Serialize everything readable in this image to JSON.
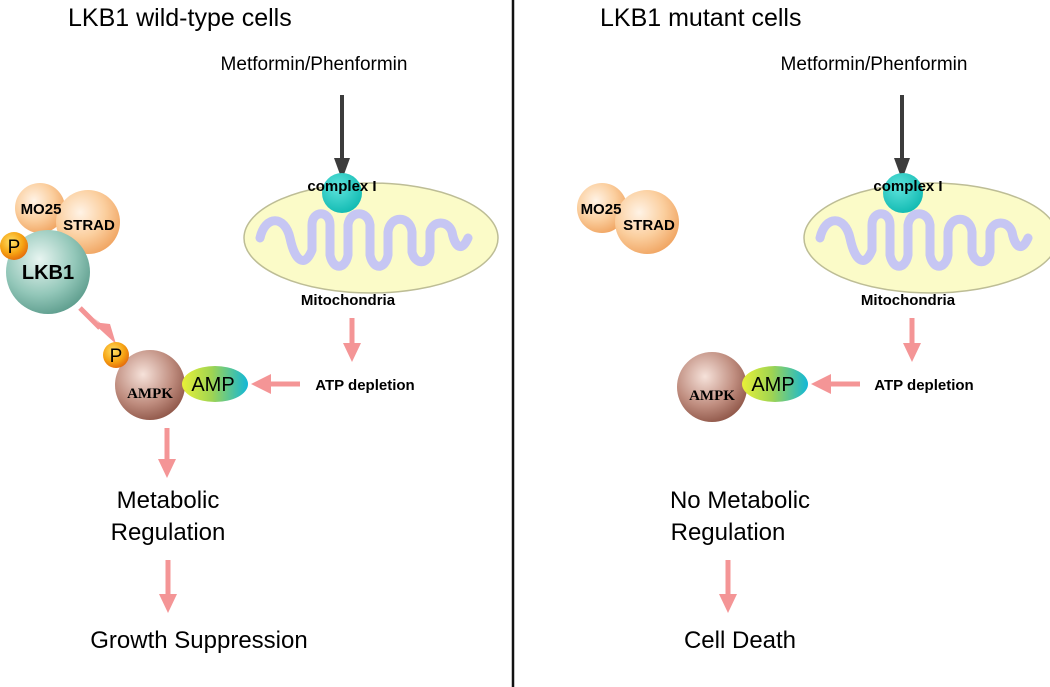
{
  "colors": {
    "divider": "#111111",
    "arrow_pink": "#f49596",
    "arrow_dark": "#3c3c3c",
    "mito_fill": "#fbfbc8",
    "mito_membrane": "#c8c8f2",
    "complex_i": "#14c8c2",
    "ampk": "#a86c5e",
    "lkb1": "#6aa89a",
    "phospho": "#f09010",
    "mo25_strad": "#f6b070"
  },
  "left_panel": {
    "title": "LKB1 wild-type cells",
    "drug": "Metformin/Phenformin",
    "complex_label": "complex I",
    "organelle_label": "Mitochondria",
    "atp_label": "ATP depletion",
    "ampk_label": "AMPK",
    "amp_label": "AMP",
    "mo25_label": "MO25",
    "strad_label": "STRAD",
    "lkb1_label": "LKB1",
    "phospho_label_lkb1": "P",
    "phospho_label_ampk": "P",
    "outcome1_line1": "Metabolic",
    "outcome1_line2": "Regulation",
    "outcome2": "Growth Suppression"
  },
  "right_panel": {
    "title": "LKB1 mutant cells",
    "drug": "Metformin/Phenformin",
    "complex_label": "complex I",
    "organelle_label": "Mitochondria",
    "atp_label": "ATP depletion",
    "ampk_label": "AMPK",
    "amp_label": "AMP",
    "mo25_label": "MO25",
    "strad_label": "STRAD",
    "outcome1_line1": "No Metabolic",
    "outcome1_line2": "Regulation",
    "outcome2": "Cell Death"
  }
}
